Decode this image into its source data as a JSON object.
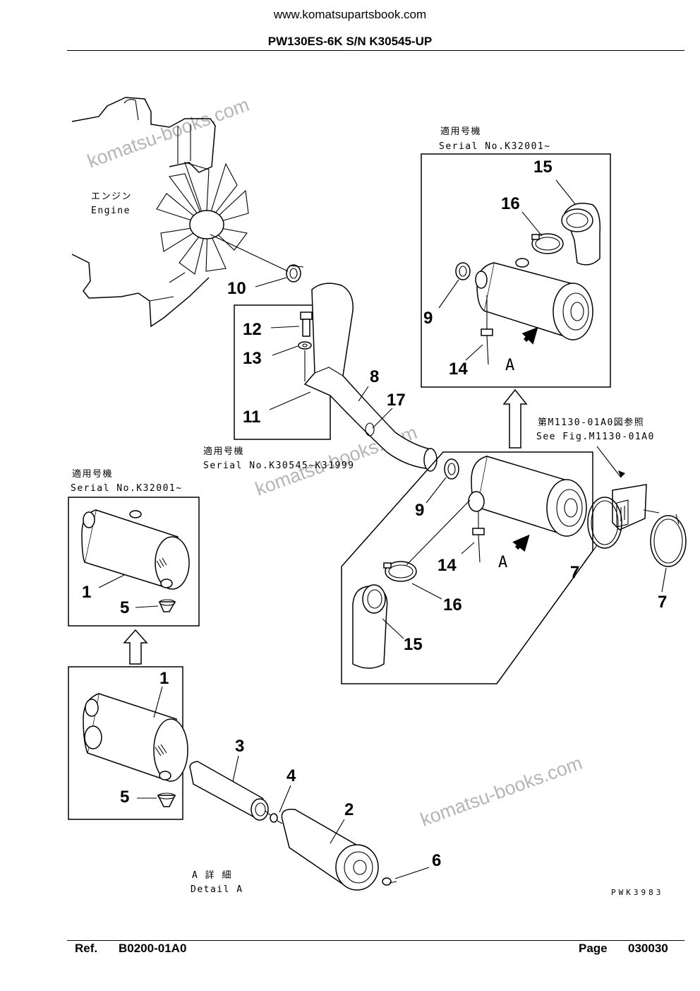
{
  "header": {
    "website": "www.komatsupartsbook.com",
    "model": "PW130ES-6K S/N K30545-UP"
  },
  "watermark": "komatsu-books.com",
  "notes": {
    "engine_jp": "エンジン",
    "engine_en": "Engine",
    "serial_top_jp": "適用号機",
    "serial_top_en": "Serial No.K32001~",
    "serial_mid_jp": "適用号機",
    "serial_mid_en": "Serial No.K30545~K31999",
    "serial_left_jp": "適用号機",
    "serial_left_en": "Serial No.K32001~",
    "see_fig_jp": "第M1130-01A0図参照",
    "see_fig_en": "See Fig.M1130-01A0",
    "detail_jp": "A 詳 細",
    "detail_en": "Detail A",
    "view_letter": "A",
    "drawing_code": "PWK3983"
  },
  "callouts": {
    "c1a": "1",
    "c1b": "1",
    "c2": "2",
    "c3": "3",
    "c4": "4",
    "c5a": "5",
    "c5b": "5",
    "c6": "6",
    "c7a": "7",
    "c7b": "7",
    "c8": "8",
    "c9a": "9",
    "c9b": "9",
    "c10": "10",
    "c11": "11",
    "c12": "12",
    "c13": "13",
    "c14a": "14",
    "c14b": "14",
    "c15a": "15",
    "c15b": "15",
    "c16a": "16",
    "c16b": "16",
    "c17": "17"
  },
  "footer": {
    "ref_label": "Ref.",
    "ref_value": "B0200-01A0",
    "page_label": "Page",
    "page_value": "030030"
  }
}
